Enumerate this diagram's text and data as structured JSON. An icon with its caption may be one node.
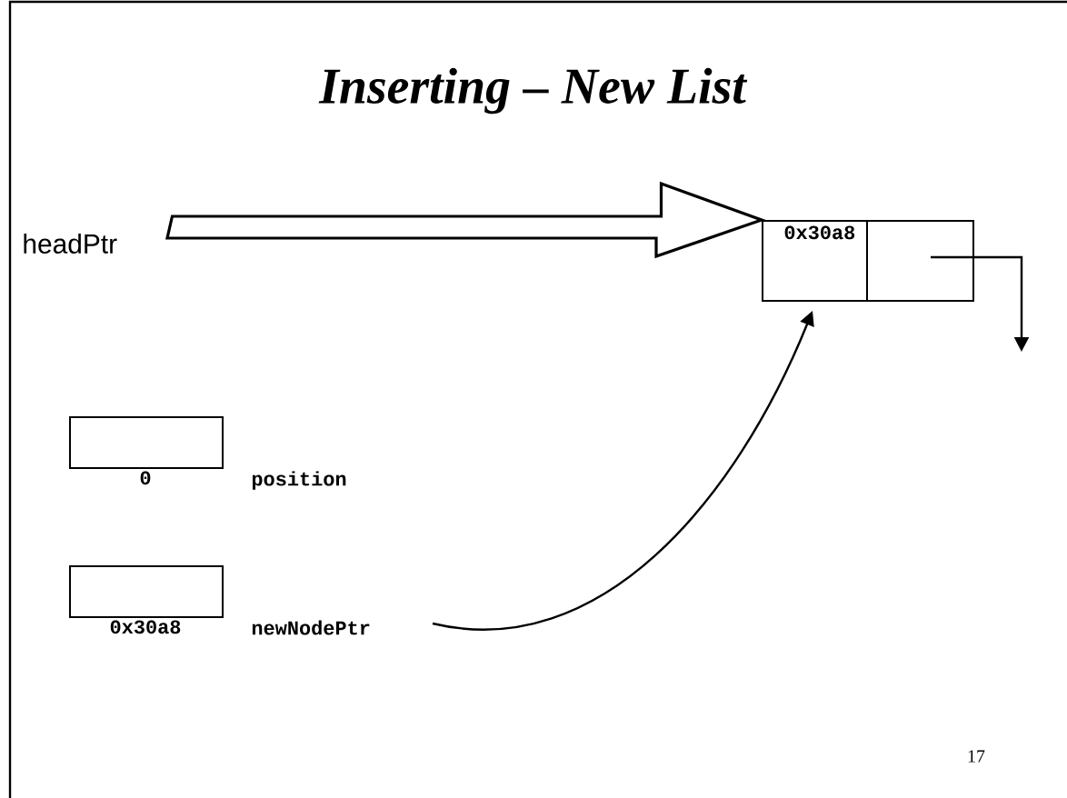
{
  "diagram": {
    "title": "Inserting – New List",
    "nodes": [
      {
        "text": [
          "headPtr"
        ]
      },
      {
        "text": [
          "0x30a8"
        ]
      },
      {
        "text": [
          "0"
        ],
        "beside": [
          "position"
        ]
      },
      {
        "text": [
          "0x30a8"
        ],
        "beside": [
          "newNodePtr"
        ]
      }
    ],
    "edges": [
      {
        "from": 0,
        "to": 1,
        "arrow": "to",
        "style": "thick"
      },
      {
        "from": 1,
        "to": null,
        "arrow": "to"
      },
      {
        "from": 3,
        "to": 1,
        "arrow": "to"
      }
    ],
    "labels": [
      "17"
    ]
  }
}
